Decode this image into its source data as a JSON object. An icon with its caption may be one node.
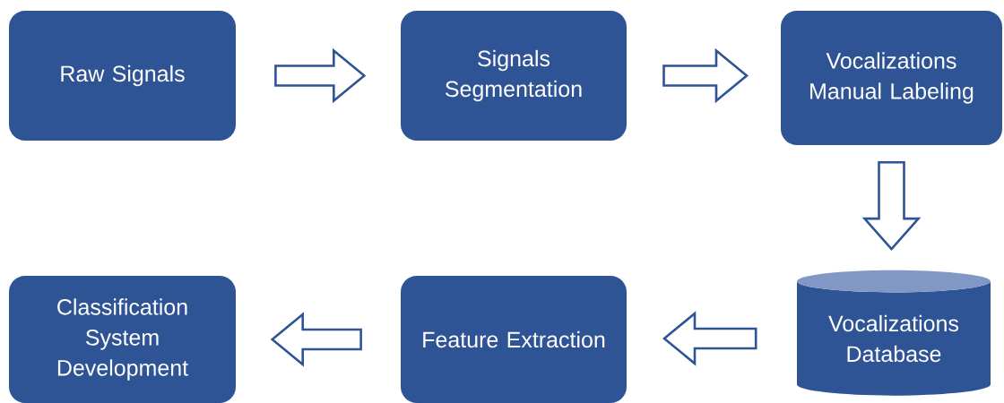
{
  "diagram": {
    "nodes": [
      {
        "text": [
          "Raw Signals"
        ]
      },
      {
        "text": [
          "Signals Segmentation"
        ]
      },
      {
        "text": [
          "Vocalizations Manual Labeling"
        ]
      },
      {
        "text": [
          "Vocalizations Database"
        ]
      },
      {
        "text": [
          "Feature Extraction"
        ]
      },
      {
        "text": [
          "Classification System Development"
        ]
      }
    ],
    "edges": [
      {
        "from": 0,
        "to": 1,
        "arrow": "to"
      },
      {
        "from": 1,
        "to": 2,
        "arrow": "to"
      },
      {
        "from": 2,
        "to": 3,
        "arrow": "to"
      },
      {
        "from": 3,
        "to": 4,
        "arrow": "to"
      },
      {
        "from": 4,
        "to": 5,
        "arrow": "to"
      }
    ]
  }
}
